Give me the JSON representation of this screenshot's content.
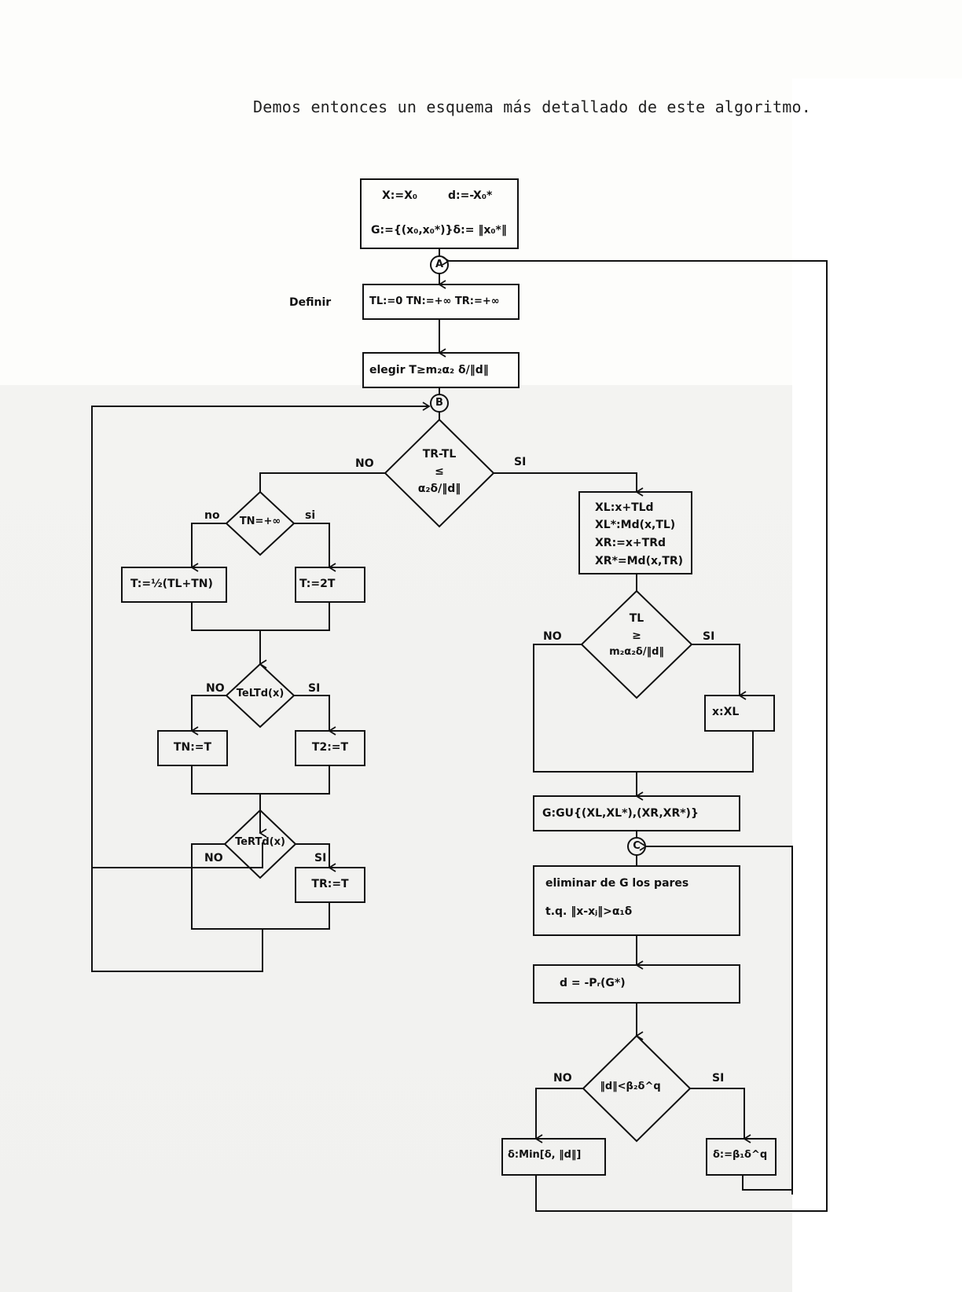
{
  "intro_text": "Demos entonces un esquema más detallado de este algoritmo.",
  "side_label": "Definir",
  "connectors": {
    "a": "A",
    "b": "B",
    "c": "C"
  },
  "nodes": {
    "init_line1_left": "X:=X₀",
    "init_line1_right": "d:=-X₀*",
    "init_line2": "G:={(x₀,x₀*)}δ:= ‖x₀*‖",
    "define": "TL:=0  TN:=+∞  TR:=+∞",
    "choose": "elegir T≥m₂α₂ δ/‖d‖",
    "dec_main_top": "TR-TL",
    "dec_main_op": "≤",
    "dec_main_bottom": "α₂δ/‖d‖",
    "dec_tn": "TN=+∞",
    "t_half": "T:=½(TL+TN)",
    "t_double": "T:=2T",
    "dec_telt": "TeLTd(x)",
    "tn_assign": "TN:=T",
    "t2_assign": "T2:=T",
    "dec_tert": "TeRTd(x)",
    "tr_assign": "TR:=T",
    "xl_line1": "XL:x+TLd",
    "xl_line2": "XL*:Md(x,TL)",
    "xl_line3": "XR:=x+TRd",
    "xl_line4": "XR*=Md(x,TR)",
    "dec_tl_top": "TL",
    "dec_tl_op": "≥",
    "dec_tl_bottom": "m₂α₂δ/‖d‖",
    "x_assign": "x:XL",
    "g_union": "G:GU{(XL,XL*),(XR,XR*)}",
    "elim_line1": "eliminar de G los pares",
    "elim_line2": "t.q. ‖x-xⱼ‖>α₁δ",
    "d_proj": "d = -Pᵣ(G*)",
    "dec_d_norm": "‖d‖<β₂δ^q",
    "delta_min": "δ:Min[δ, ‖d‖]",
    "delta_beta": "δ:=β₁δ^q"
  },
  "branch_labels": {
    "main_no": "NO",
    "main_si": "SI",
    "tn_no": "no",
    "tn_si": "si",
    "telt_no": "NO",
    "telt_si": "SI",
    "tert_no": "NO",
    "tert_si": "SI",
    "tl_no": "NO",
    "tl_si": "SI",
    "dn_no": "NO",
    "dn_si": "SI"
  }
}
